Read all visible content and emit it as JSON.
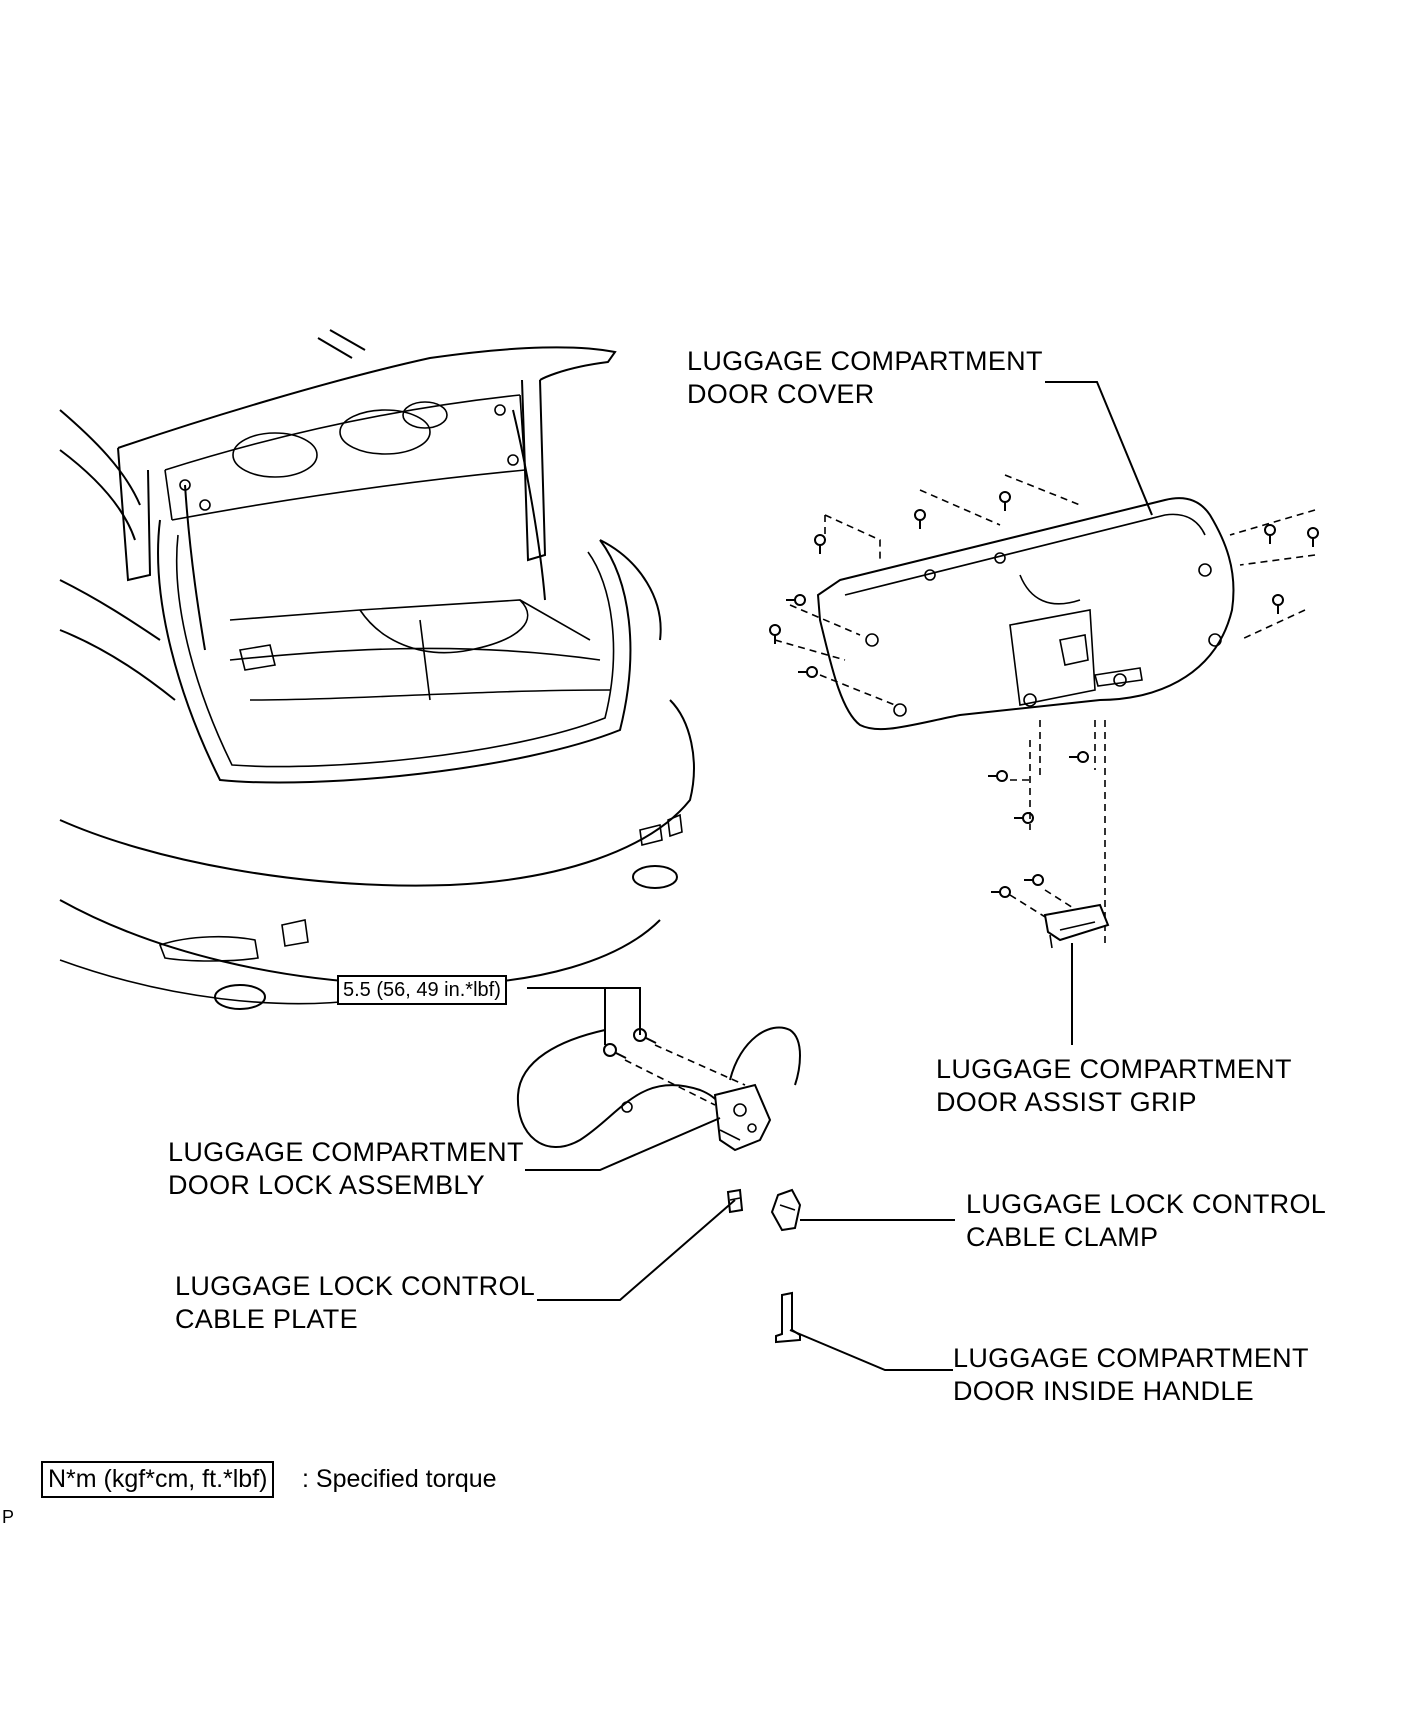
{
  "labels": {
    "door_cover": [
      "LUGGAGE COMPARTMENT",
      "DOOR COVER"
    ],
    "assist_grip": [
      "LUGGAGE COMPARTMENT",
      "DOOR ASSIST GRIP"
    ],
    "lock_assembly": [
      "LUGGAGE COMPARTMENT",
      "DOOR LOCK ASSEMBLY"
    ],
    "cable_clamp": [
      "LUGGAGE LOCK CONTROL",
      "CABLE CLAMP"
    ],
    "cable_plate": [
      "LUGGAGE LOCK CONTROL",
      "CABLE PLATE"
    ],
    "inside_handle": [
      "LUGGAGE COMPARTMENT",
      "DOOR INSIDE HANDLE"
    ]
  },
  "torque": {
    "lock_bolts": "5.5 (56, 49 in.*lbf)"
  },
  "legend": {
    "box_text": "N*m (kgf*cm, ft.*lbf)",
    "description": ": Specified torque"
  },
  "ref_code": "P"
}
